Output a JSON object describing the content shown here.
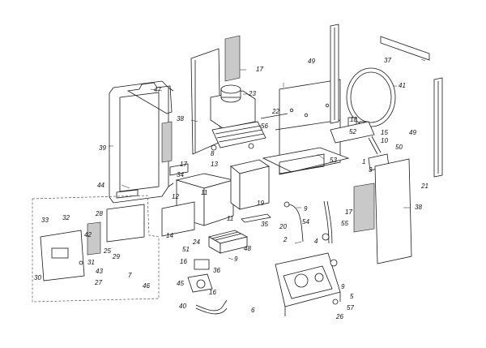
{
  "diagram": {
    "labels": {
      "l1": "1",
      "l2": "2",
      "l3": "3",
      "l4": "4",
      "l5": "5",
      "l6": "6",
      "l7": "7",
      "l8": "8",
      "l9a": "9",
      "l9b": "9",
      "l9c": "9",
      "l10": "10",
      "l11a": "11",
      "l11b": "11",
      "l12": "12",
      "l13": "13",
      "l14": "14",
      "l15": "15",
      "l16a": "16",
      "l16b": "16",
      "l17a": "17",
      "l17b": "17",
      "l17c": "17",
      "l18": "18",
      "l19": "19",
      "l20": "20",
      "l21": "21",
      "l22": "22",
      "l23": "23",
      "l24": "24",
      "l25": "25",
      "l26": "26",
      "l27": "27",
      "l28": "28",
      "l29": "29",
      "l30": "30",
      "l31": "31",
      "l32": "32",
      "l33": "33",
      "l34": "34",
      "l35": "35",
      "l36": "36",
      "l37": "37",
      "l38a": "38",
      "l38b": "38",
      "l39": "39",
      "l40": "40",
      "l41": "41",
      "l42": "42",
      "l43": "43",
      "l44": "44",
      "l45": "45",
      "l46": "46",
      "l47": "47",
      "l48": "48",
      "l49a": "49",
      "l49b": "49",
      "l50": "50",
      "l51": "51",
      "l52": "52",
      "l53": "53",
      "l54": "54",
      "l55": "55",
      "l56": "56",
      "l57": "57"
    }
  }
}
